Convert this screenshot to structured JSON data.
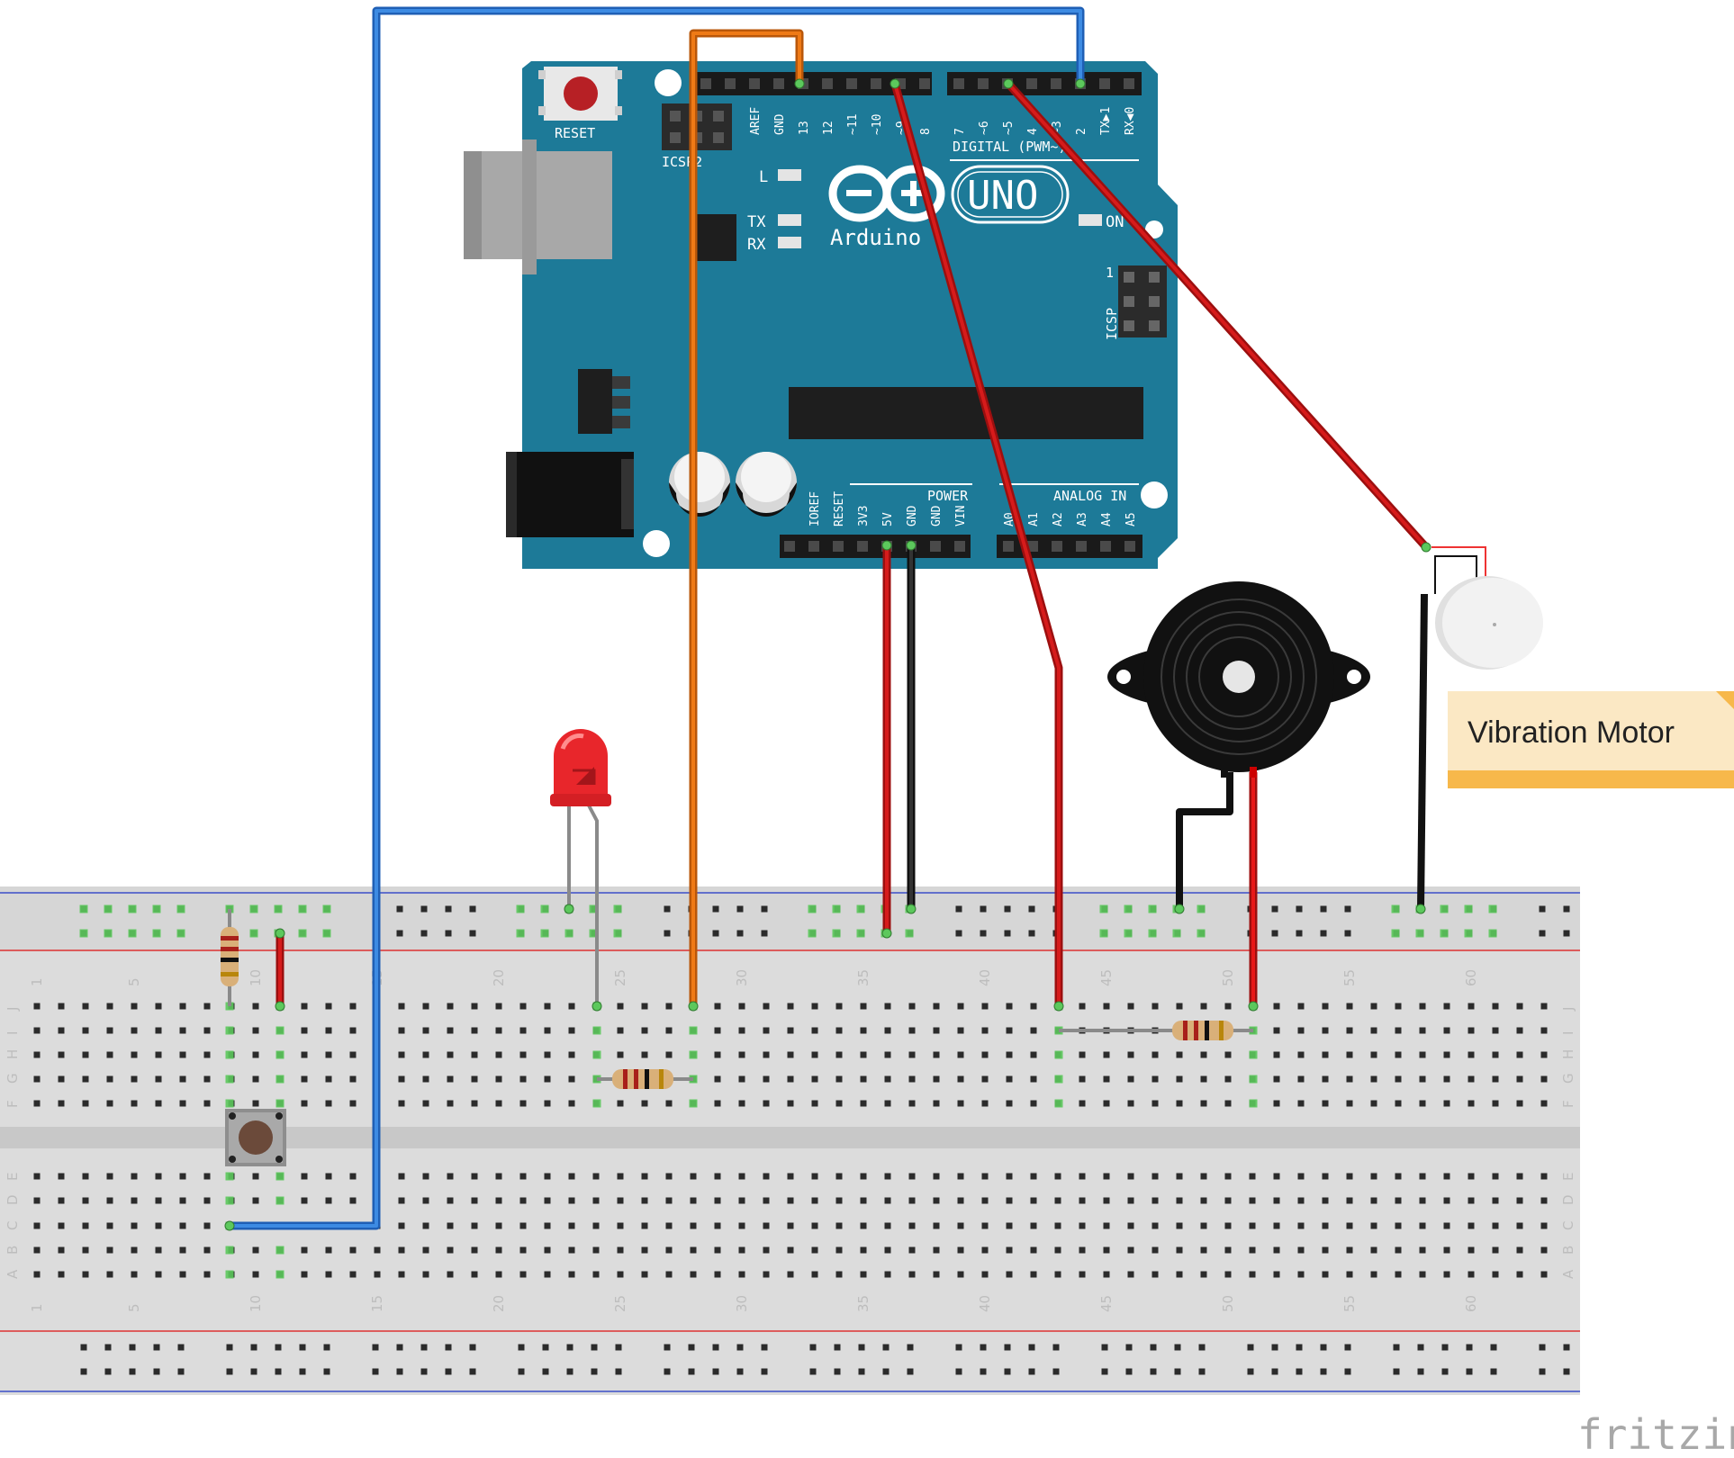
{
  "arduino": {
    "reset_label": "RESET",
    "icsp2_label": "ICSP2",
    "icsp_label": "ICSP",
    "icsp_pin1": "1",
    "brand": "Arduino",
    "model": "UNO",
    "led_l": "L",
    "led_tx": "TX",
    "led_rx": "RX",
    "led_on": "ON",
    "digital_title": "DIGITAL (PWM~)",
    "power_title": "POWER",
    "analog_title": "ANALOG IN",
    "digital_pins": [
      "AREF",
      "GND",
      "13",
      "12",
      "~11",
      "~10",
      "~9",
      "8",
      "7",
      "~6",
      "~5",
      "4",
      "~3",
      "2",
      "TX▶1",
      "RX◀0"
    ],
    "power_pins": [
      "IOREF",
      "RESET",
      "3V3",
      "5V",
      "GND",
      "GND",
      "VIN"
    ],
    "analog_pins": [
      "A0",
      "A1",
      "A2",
      "A3",
      "A4",
      "A5"
    ]
  },
  "breadboard": {
    "col_numbers": [
      "1",
      "5",
      "10",
      "15",
      "20",
      "25",
      "30",
      "35",
      "40",
      "45",
      "50",
      "55",
      "60"
    ],
    "upper_rows": [
      "J",
      "I",
      "H",
      "G",
      "F"
    ],
    "lower_rows": [
      "E",
      "D",
      "C",
      "B",
      "A"
    ]
  },
  "components": {
    "vibration_motor_label": "Vibration Motor"
  },
  "brand": {
    "watermark": "fritzing"
  },
  "colors": {
    "board": "#1d7a98",
    "wire_blue": "#2f7bd6",
    "wire_orange": "#e0700f",
    "wire_red": "#cc1515",
    "wire_black": "#222222",
    "label_note": "#fbe8c4",
    "label_band": "#f7b84b"
  }
}
